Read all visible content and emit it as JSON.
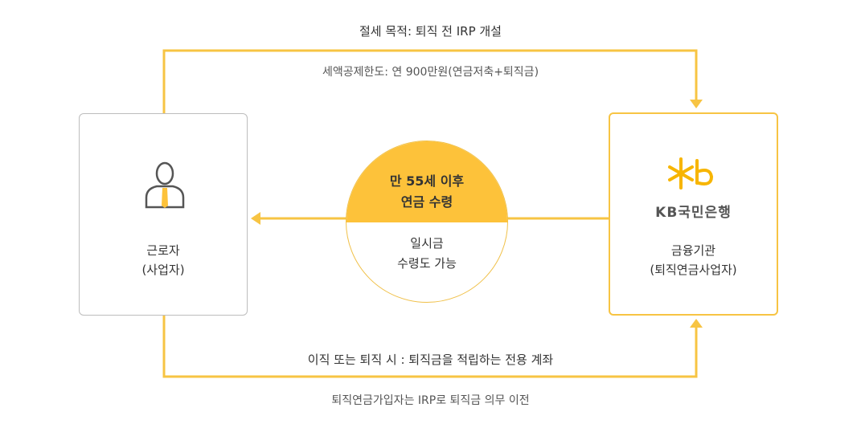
{
  "top_label": "절세 목적: 퇴직 전 IRP 개설",
  "top_sublabel": "세액공제한도: 연 900만원(연금저축+퇴직금)",
  "worker": {
    "line1": "근로자",
    "line2": "(사업자)",
    "icon": "person-icon"
  },
  "bank": {
    "logo_text": "KB국민은행",
    "line1": "금융기관",
    "line2": "(퇴직연금사업자)",
    "icon": "kb-star-logo"
  },
  "center": {
    "main_line1": "만 55세 이후",
    "main_line2": "연금 수령",
    "sub_line1": "일시금",
    "sub_line2": "수령도 가능"
  },
  "bottom_label": "이직 또는 퇴직 시 : 퇴직금을 적립하는 전용 계좌",
  "bottom_sublabel": "퇴직연금가입자는 IRP로 퇴직금 의무 이전",
  "colors": {
    "accent": "#f7c443",
    "circle_fill": "#fdc23a",
    "box_border": "#bdbdbd"
  }
}
